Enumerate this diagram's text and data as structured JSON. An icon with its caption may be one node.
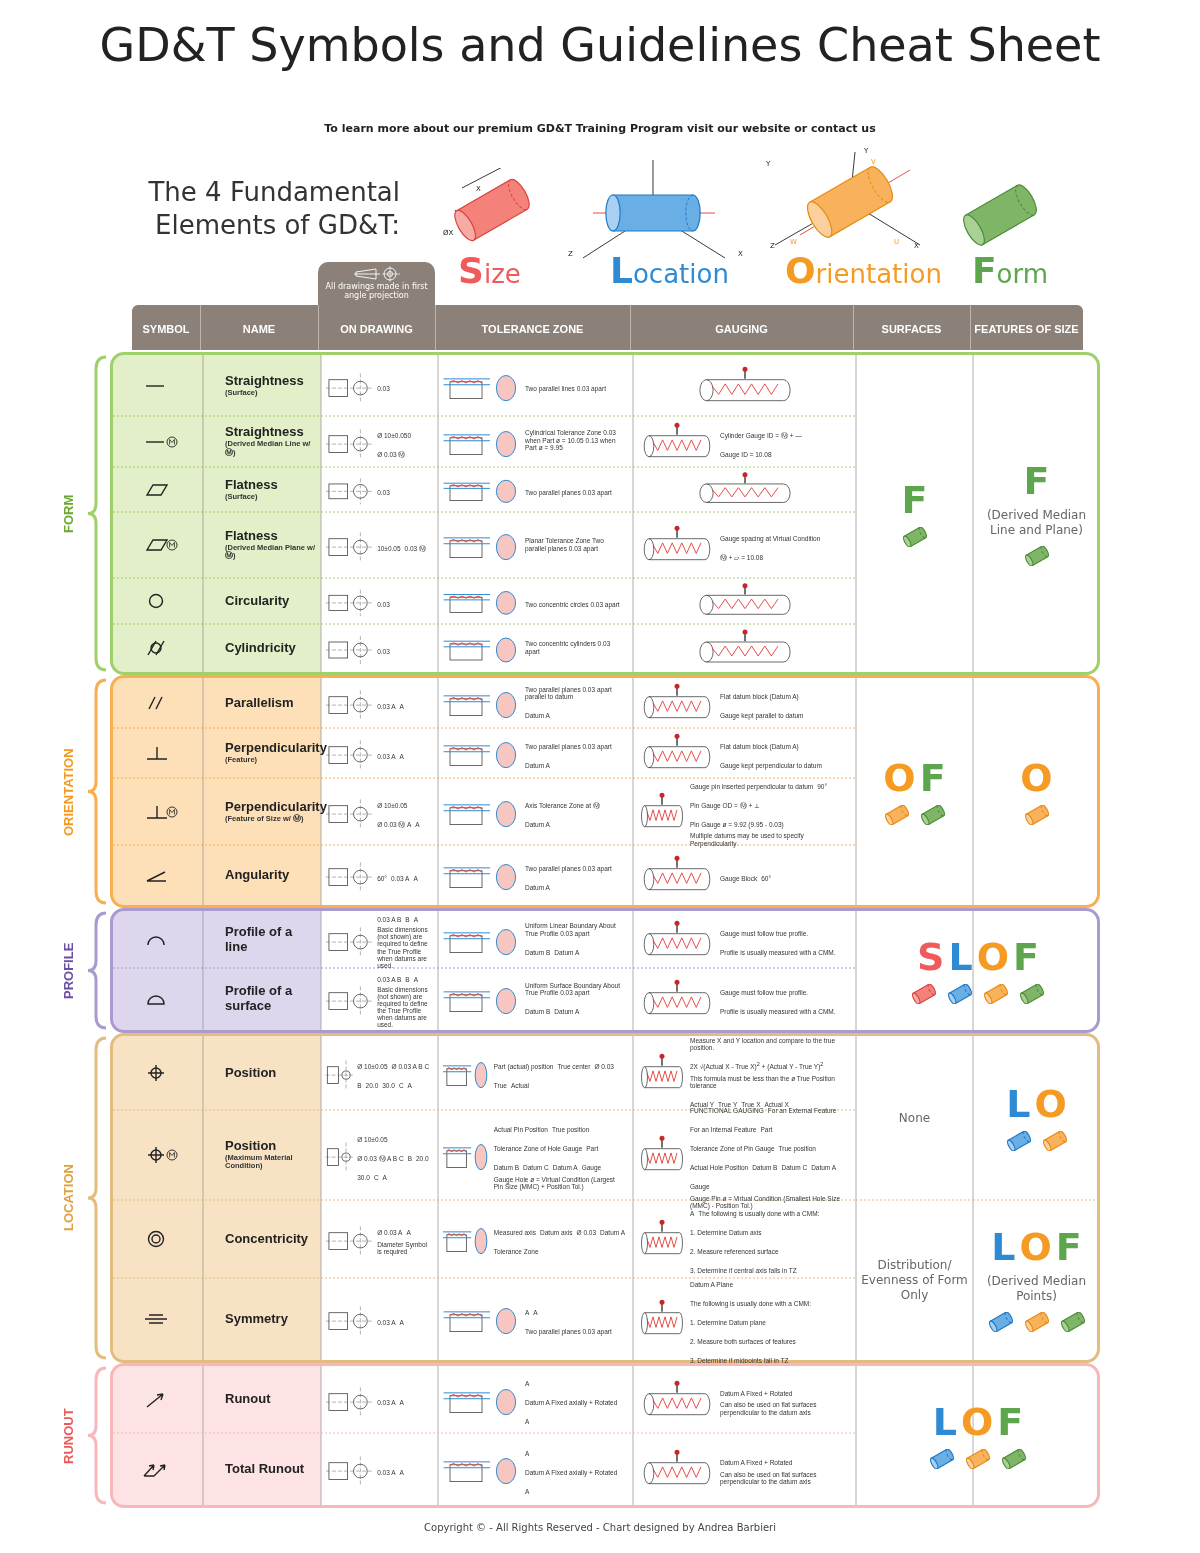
{
  "diagram": {
    "title": "GD&T Symbols and Guidelines Cheat Sheet",
    "caption": "Copyright © - All Rights Reserved - Chart designed by Andrea Barbieri",
    "nodes": [
      {
        "text": [
          "FORM"
        ]
      },
      {
        "text": [
          "Straightness",
          "(Surface)"
        ],
        "in": 0
      },
      {
        "text": [
          "Straightness",
          "(Derived Median Line w/ Ⓜ)"
        ],
        "in": 0
      },
      {
        "text": [
          "Flatness",
          "(Surface)"
        ],
        "in": 0
      },
      {
        "text": [
          "Flatness",
          "(Derived Median Plane w/ Ⓜ)"
        ],
        "in": 0
      },
      {
        "text": [
          "Circularity"
        ],
        "in": 0
      },
      {
        "text": [
          "Cylindricity"
        ],
        "in": 0
      },
      {
        "text": [
          "ORIENTATION"
        ]
      },
      {
        "text": [
          "Parallelism"
        ],
        "in": 7
      },
      {
        "text": [
          "Perpendicularity",
          "(Feature)"
        ],
        "in": 7
      },
      {
        "text": [
          "Perpendicularity",
          "(Feature of Size w/ Ⓜ)"
        ],
        "in": 7
      },
      {
        "text": [
          "Angularity"
        ],
        "in": 7
      },
      {
        "text": [
          "PROFILE"
        ]
      },
      {
        "text": [
          "Profile of a line"
        ],
        "in": 12
      },
      {
        "text": [
          "Profile of a surface"
        ],
        "in": 12
      },
      {
        "text": [
          "LOCATION"
        ]
      },
      {
        "text": [
          "Position"
        ],
        "in": 15
      },
      {
        "text": [
          "Position",
          "(Maximum Material Condition)"
        ],
        "in": 15
      },
      {
        "text": [
          "Concentricity"
        ],
        "in": 15
      },
      {
        "text": [
          "Symmetry"
        ],
        "in": 15
      },
      {
        "text": [
          "RUNOUT"
        ]
      },
      {
        "text": [
          "Runout"
        ],
        "in": 20
      },
      {
        "text": [
          "Total Runout"
        ],
        "in": 20
      }
    ],
    "labels": [
      "To learn more about our premium GD&T Training Program visit our website or contact us",
      "The 4 Fundamental Elements of GD&T:",
      "X",
      "ØX",
      "Size",
      "Z",
      "X",
      "Location",
      "Y",
      "Y",
      "V",
      "W",
      "Z",
      "U",
      "X",
      "Orientation",
      "Form",
      "All drawings made in first angle projection",
      "SYMBOL",
      "NAME",
      "ON DRAWING",
      "TOLERANCE ZONE",
      "GAUGING",
      "SURFACES",
      "FEATURES OF SIZE",
      "0.03",
      "Two parallel lines 0.03 apart",
      "Ø 10±0.050",
      "Ø 0.03 Ⓜ",
      "Cylindrical Tolerance Zone 0.03 when Part ø = 10.05 0.13 when Part ø = 9.95",
      "Cylinder Gauge ID = Ⓜ + —",
      "Gauge ID = 10.08",
      "0.03",
      "Two parallel planes 0.03 apart",
      "10±0.05",
      "0.03 Ⓜ",
      "Planar Tolerance Zone Two parallel planes 0.03 apart",
      "Gauge spacing at Virtual Condition",
      "Ⓜ + ▱ = 10.08",
      "0.03",
      "Two concentric circles 0.03 apart",
      "0.03",
      "Two concentric cylinders 0.03 apart",
      "F",
      "F",
      "(Derived Median Line and Plane)",
      "0.03 A",
      "A",
      "Two parallel planes 0.03 apart parallel to datum",
      "Datum A",
      "Flat datum block (Datum A)",
      "Gauge kept parallel to datum",
      "0.03 A",
      "A",
      "Two parallel planes 0.03 apart",
      "Datum A",
      "Flat datum block (Datum A)",
      "Gauge kept perpendicular to datum",
      "Ø 10±0.05",
      "Ø 0.03 Ⓜ A",
      "A",
      "Axis Tolerance Zone at Ⓜ",
      "Datum A",
      "Gauge pin inserted perpendicular to datum",
      "90°",
      "Pin Gauge OD = Ⓜ + ⊥",
      "Pin Gauge ø = 9.92 (9.95 - 0.03)",
      "Multiple datums may be used to specify Perpendicularity",
      "60°",
      "0.03 A",
      "A",
      "Two parallel planes 0.03 apart",
      "Datum A",
      "Gauge Block",
      "60°",
      "O",
      "F",
      "O",
      "0.03 A B",
      "B",
      "A",
      "Basic dimensions (not shown) are required to define the True Profile when datums are used.",
      "Uniform Linear Boundary About True Profile 0.03 apart",
      "Datum B",
      "Datum A",
      "Gauge must follow true profile.",
      "Profile is usually measured with a CMM.",
      "0.03 A B",
      "B",
      "A",
      "Basic dimensions (not shown) are required to define the True Profile when datums are used.",
      "Uniform Surface Boundary About True Profile 0.03 apart",
      "Datum B",
      "Datum A",
      "Gauge must follow true profile.",
      "Profile is usually measured with a CMM.",
      "S",
      "L",
      "O",
      "F",
      "Ø 10±0.05",
      "Ø 0.03 A B C",
      "B",
      "20.0",
      "30.0",
      "C",
      "A",
      "Part (actual) position",
      "True center",
      "Ø 0.03",
      "True",
      "Actual",
      "Measure X and Y location and compare to the true position.",
      "2X √(Actual X - True X)$^{2}$ + (Actual Y - True Y)$^{2}$",
      "This formula must be less than the ø True Position tolerance",
      "Actual Y",
      "True Y",
      "True X",
      "Actual X",
      "Ø 10±0.05",
      "Ø 0.03 Ⓜ A B C",
      "B",
      "20.0",
      "30.0",
      "C",
      "A",
      "Actual Pin Position",
      "True position",
      "Tolerance Zone of Hole Gauge",
      "Part",
      "Datum B",
      "Datum C",
      "Datum A",
      "Gauge",
      "Gauge Hole ø = Virtual Condition (Largest Pin Size (MMC) + Position Tol.)",
      "FUNCTIONAL GAUGING",
      "For an External Feature",
      "For an Internal Feature",
      "Part",
      "Tolerance Zone of Pin Gauge",
      "True position",
      "Actual Hole Position",
      "Datum B",
      "Datum C",
      "Datum A",
      "Gauge",
      "Gauge Pin ø = Virtual Condition (Smallest Hole Size (MMC) - Position Tol.)",
      "Ø 0.03 A",
      "A",
      "Diameter Symbol is required",
      "Measured axis",
      "Datum axis",
      "Ø 0.03",
      "Datum A",
      "Tolerance Zone",
      "A",
      "The following is usually done with a CMM:",
      "1. Determine Datum axis",
      "2. Measure referenced surface",
      "3. Determine if central axis falls in TZ",
      "0.03 A",
      "A",
      "A",
      "A",
      "Two parallel planes 0.03 apart",
      "Datum A Plane",
      "The following is usually done with a CMM:",
      "1. Determine Datum plane",
      "2. Measure both surfaces of features",
      "3. Determine if midpoints fall in TZ",
      "None",
      "L",
      "O",
      "Distribution/ Evenness of Form Only",
      "L",
      "O",
      "F",
      "(Derived Median Points)",
      "0.03 A",
      "A",
      "A",
      "Datum A Fixed axially + Rotated",
      "A",
      "Datum A Fixed + Rotated",
      "Can also be used on flat surfaces perpendicular to the datum axis",
      "0.03 A",
      "A",
      "A",
      "Datum A Fixed axially + Rotated",
      "A",
      "Datum A Fixed + Rotated",
      "Can also be used on flat surfaces perpendicular to the datum axis",
      "L",
      "O",
      "F"
    ]
  }
}
